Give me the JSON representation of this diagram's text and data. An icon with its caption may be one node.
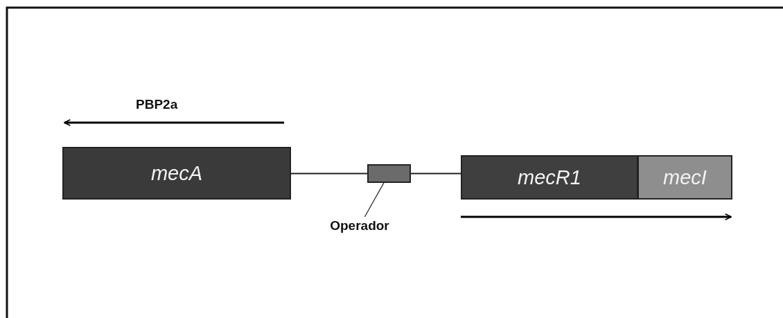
{
  "diagram": {
    "nodes": [
      {
        "text": [
          "mecA"
        ]
      },
      {
        "text": [],
        "shape": "box"
      },
      {
        "text": [
          "mecR1"
        ]
      },
      {
        "text": [
          "mecI"
        ]
      },
      {
        "text": [
          "Operador"
        ]
      }
    ],
    "edges": [
      {
        "from": 0,
        "to": 1,
        "arrow": "none"
      },
      {
        "from": 1,
        "to": 2,
        "arrow": "none"
      },
      {
        "from": 4,
        "to": 1,
        "arrow": "none"
      }
    ],
    "labels": [
      "PBP2a"
    ]
  }
}
